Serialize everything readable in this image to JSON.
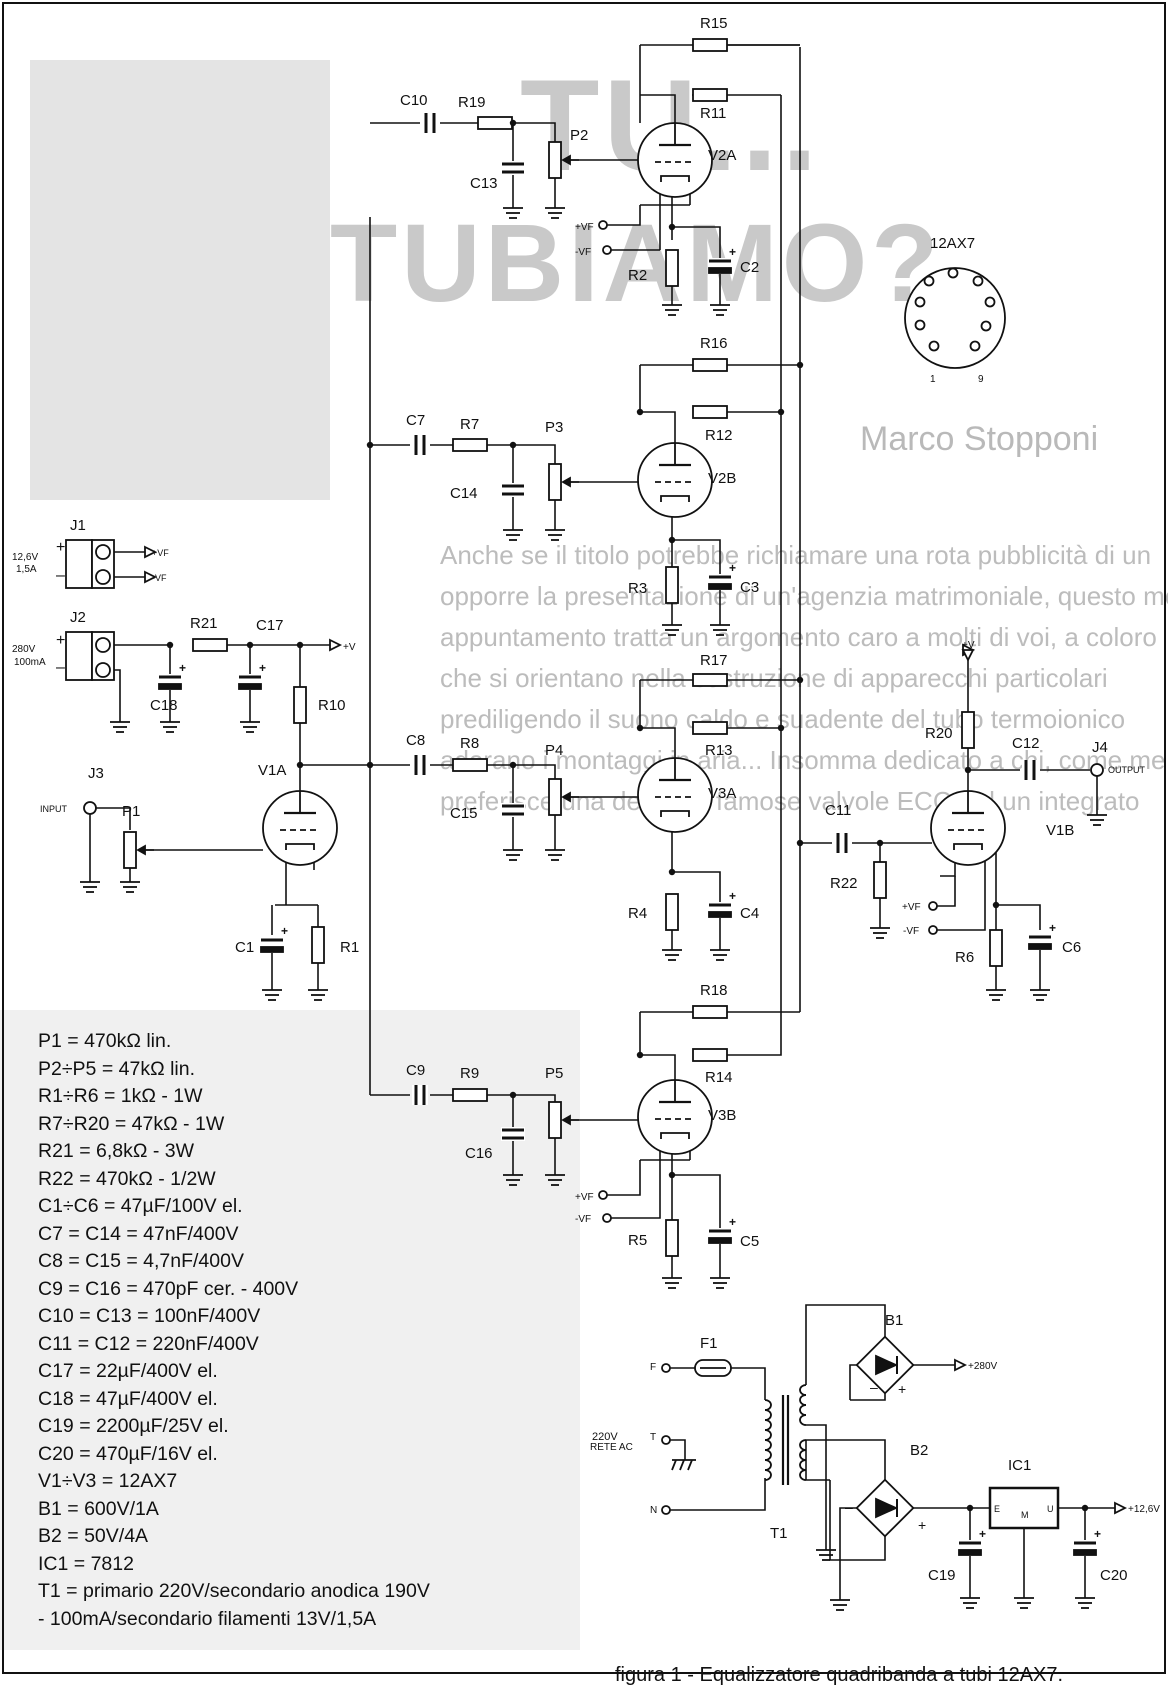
{
  "background_text": {
    "headline_1": "TU...",
    "headline_2": "TUBIAMO?",
    "author": "Marco Stopponi",
    "paragraph": [
      "Anche se il titolo potrebbe richiamare una rota pubblicità di un",
      "opporre la presentazione di un'agenzia matrimoniale, questo mese",
      "appuntamento tratta un argomento caro a molti di voi, a coloro",
      "che si orientano nella costruzione di apparecchi particolari",
      "prediligendo il suono caldo e suadente del tubo termoionico",
      "adorano i montaggi in aria... Insomma dedicato a chi, come me",
      "preferisce una delle più famose valvole ECC, ad un integrato"
    ]
  },
  "components": {
    "resistors": [
      "R1",
      "R2",
      "R3",
      "R4",
      "R5",
      "R6",
      "R7",
      "R8",
      "R9",
      "R10",
      "R11",
      "R12",
      "R13",
      "R14",
      "R15",
      "R16",
      "R17",
      "R18",
      "R19",
      "R20",
      "R21",
      "R22"
    ],
    "capacitors": [
      "C1",
      "C2",
      "C3",
      "C4",
      "C5",
      "C6",
      "C7",
      "C8",
      "C9",
      "C10",
      "C11",
      "C12",
      "C13",
      "C14",
      "C15",
      "C16",
      "C17",
      "C18",
      "C19",
      "C20"
    ],
    "potentiometers": [
      "P1",
      "P2",
      "P3",
      "P4",
      "P5"
    ],
    "tubes": [
      "V1A",
      "V1B",
      "V2A",
      "V2B",
      "V3A",
      "V3B"
    ],
    "connectors": [
      "J1",
      "J2",
      "J3",
      "J4"
    ],
    "bridges": [
      "B1",
      "B2"
    ],
    "regulator": "IC1",
    "transformer": "T1",
    "fuse": "F1"
  },
  "labels": {
    "tube_type": "12AX7",
    "pin_1": "1",
    "pin_9": "9",
    "vf_plus": "+VF",
    "vf_minus": "-VF",
    "plus_v": "+V",
    "input": "INPUT",
    "output": "OUTPUT",
    "j1_supply": [
      "12,6V",
      "1,5A"
    ],
    "j2_supply": [
      "280V",
      "100mA"
    ],
    "plus_280v": "+280V",
    "plus_12v": "+12,6V",
    "mains": [
      "220V",
      "RETE  AC"
    ],
    "line_f": "F",
    "line_t": "T",
    "line_n": "N",
    "ic_e": "E",
    "ic_m": "M",
    "ic_u": "U"
  },
  "parts_list": [
    "P1 = 470kΩ lin.",
    "P2÷P5 = 47kΩ lin.",
    "R1÷R6 = 1kΩ - 1W",
    "R7÷R20 = 47kΩ - 1W",
    "R21 = 6,8kΩ - 3W",
    "R22 = 470kΩ - 1/2W",
    "C1÷C6 = 47µF/100V el.",
    "C7 = C14 = 47nF/400V",
    "C8 = C15 = 4,7nF/400V",
    "C9 = C16 = 470pF cer. - 400V",
    "C10 = C13 = 100nF/400V",
    "C11 = C12 = 220nF/400V",
    "C17 = 22µF/400V el.",
    "C18 = 47µF/400V el.",
    "C19 = 2200µF/25V el.",
    "C20 = 470µF/16V el.",
    "V1÷V3 = 12AX7",
    "B1 = 600V/1A",
    "B2 = 50V/4A",
    "IC1 = 7812",
    "T1 = primario 220V/secondario anodica 190V",
    "- 100mA/secondario filamenti 13V/1,5A"
  ],
  "caption": "figura 1 - Equalizzatore quadribanda a tubi 12AX7."
}
